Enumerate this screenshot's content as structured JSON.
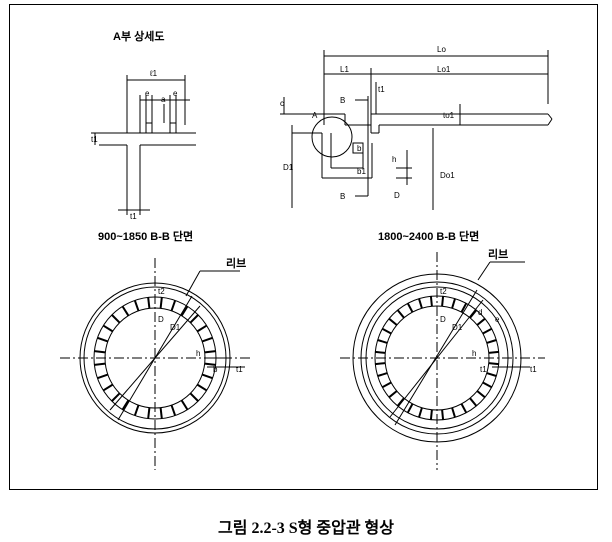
{
  "figure": {
    "detail_title": "A부 상세도",
    "section_left_title": "900~1850 B-B 단면",
    "section_right_title": "1800~2400 B-B 단면",
    "rib_label": "리브",
    "caption": "그림 2.2-3  S형 중압관 형상"
  },
  "labels": {
    "l1": "ℓ1",
    "e": "e",
    "a": "a",
    "t1": "t1",
    "t2": "t2",
    "Lo": "Lo",
    "L1": "L1",
    "Lo1": "Lo1",
    "c": "c",
    "A": "A",
    "B": "B",
    "to1": "to1",
    "b": "b",
    "h": "h",
    "b1": "b1",
    "D": "D",
    "D1": "D1",
    "Do1": "Do1",
    "d": "d"
  }
}
